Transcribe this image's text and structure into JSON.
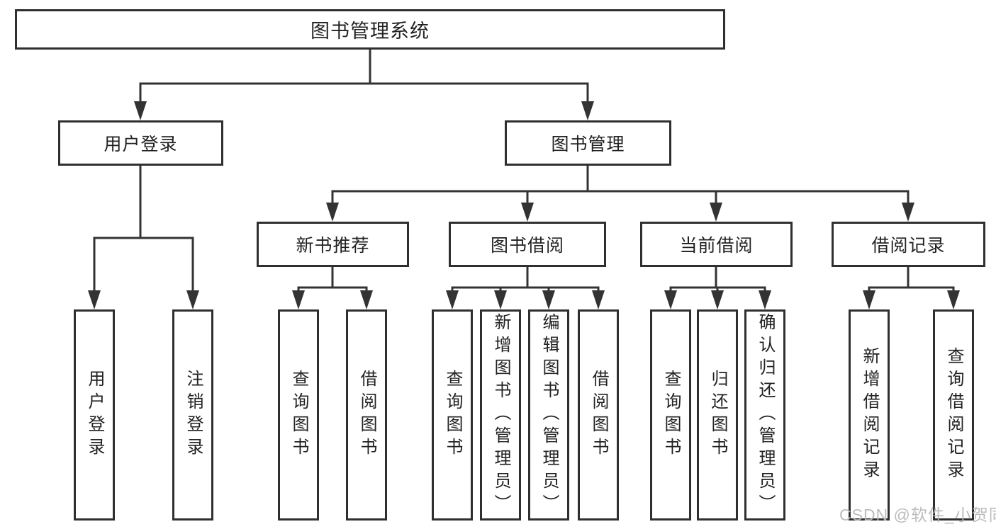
{
  "diagram": {
    "tree": {
      "label": "图书管理系统",
      "children": [
        {
          "label": "用户登录",
          "children": [
            {
              "label": "用户登录"
            },
            {
              "label": "注销登录"
            }
          ]
        },
        {
          "label": "图书管理",
          "children": [
            {
              "label": "新书推荐",
              "children": [
                {
                  "label": "查询图书"
                },
                {
                  "label": "借阅图书"
                }
              ]
            },
            {
              "label": "图书借阅",
              "children": [
                {
                  "label": "查询图书"
                },
                {
                  "label": "新增图书（管理员）"
                },
                {
                  "label": "编辑图书（管理员）"
                },
                {
                  "label": "借阅图书"
                }
              ]
            },
            {
              "label": "当前借阅",
              "children": [
                {
                  "label": "查询图书"
                },
                {
                  "label": "归还图书"
                },
                {
                  "label": "确认归还（管理员）"
                }
              ]
            },
            {
              "label": "借阅记录",
              "children": [
                {
                  "label": "新增借阅记录"
                },
                {
                  "label": "查询借阅记录"
                }
              ]
            }
          ]
        }
      ]
    },
    "watermark": "CSDN @软件_小贺同学",
    "colors": {
      "line": "#333333",
      "border": "#2f2f2f",
      "text": "#222222",
      "watermark_text": "#b6b6b6",
      "background": "#ffffff"
    }
  }
}
